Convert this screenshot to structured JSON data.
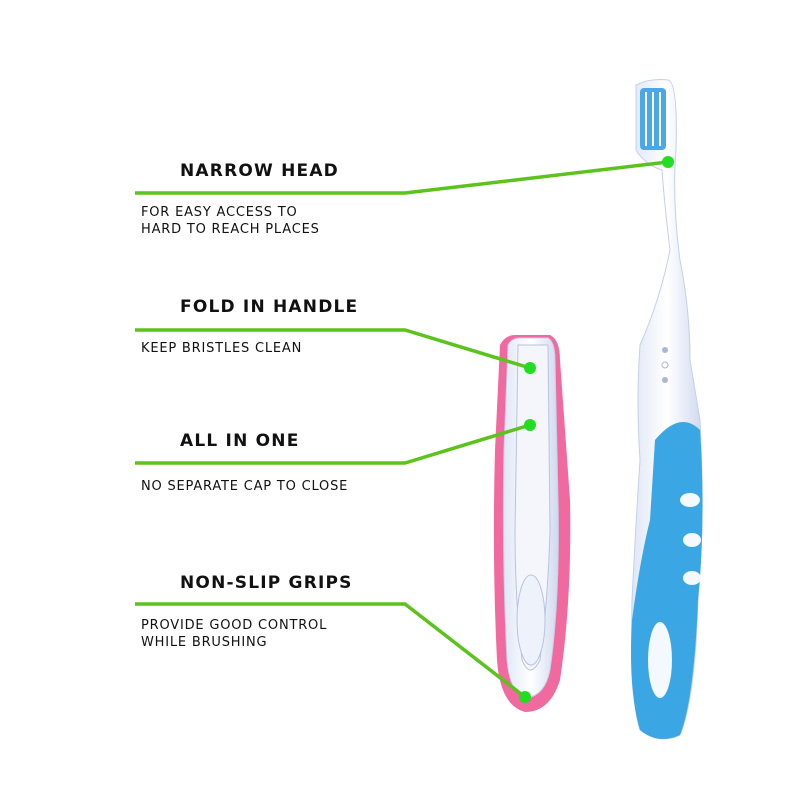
{
  "colors": {
    "line": "#5cc21c",
    "dot": "#22dd22",
    "blue": "#3aa7e4",
    "pink": "#f06aa0"
  },
  "features": [
    {
      "title": "NARROW HEAD",
      "desc": [
        "FOR EASY ACCESS TO",
        "HARD TO REACH PLACES"
      ]
    },
    {
      "title": "FOLD IN HANDLE",
      "desc": [
        "KEEP BRISTLES CLEAN"
      ]
    },
    {
      "title": "ALL IN ONE",
      "desc": [
        "NO SEPARATE CAP TO CLOSE"
      ]
    },
    {
      "title": "NON-SLIP GRIPS",
      "desc": [
        "PROVIDE GOOD CONTROL",
        "WHILE BRUSHING"
      ]
    }
  ]
}
